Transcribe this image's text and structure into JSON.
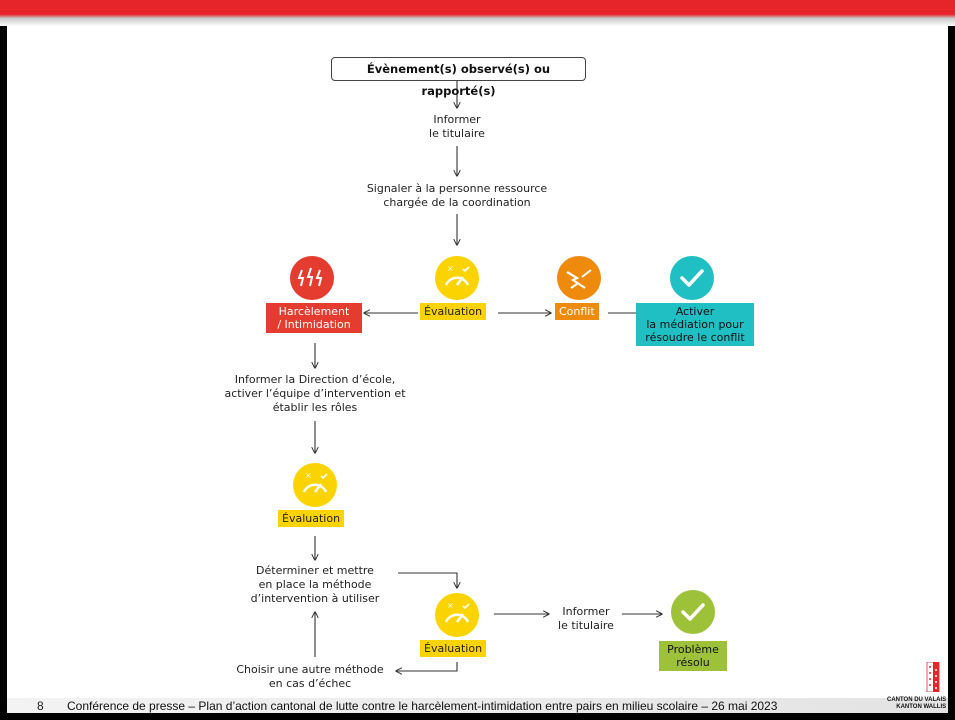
{
  "diagram": {
    "start": "Évènement(s) observé(s) ou rapporté(s)",
    "step_inform_teacher": [
      "Informer",
      "le titulaire"
    ],
    "step_signal": [
      "Signaler à la personne ressource",
      "chargée de la coordination"
    ],
    "eval_label": "Évaluation",
    "harassment_label": [
      "Harcèlement",
      "/ Intimidation"
    ],
    "conflict_label": "Conflit",
    "mediation_label": [
      "Activer",
      "la médiation pour",
      "résoudre le conflit"
    ],
    "inform_direction": [
      "Informer la Direction d’école,",
      "activer l’équipe d’intervention et",
      "établir les rôles"
    ],
    "determine_method": [
      "Déterminer et mettre",
      "en place la méthode",
      "d’intervention à utiliser"
    ],
    "choose_other": [
      "Choisir une autre méthode",
      "en cas d’échec"
    ],
    "inform_teacher_final": [
      "Informer",
      "le titulaire"
    ],
    "resolved_label": [
      "Problème",
      "résolu"
    ]
  },
  "footer": {
    "page_number": "8",
    "text": "Conférence de presse – Plan d’action cantonal de lutte contre le harcèlement-intimidation entre pairs en milieu scolaire – 26 mai 2023",
    "logo_line1": "CANTON DU VALAIS",
    "logo_line2": "KANTON WALLIS"
  },
  "colors": {
    "brand_red": "#e52529",
    "eval_yellow": "#fbd400",
    "harassment_red": "#e43c2e",
    "conflict_orange": "#ee8a0c",
    "mediation_teal": "#1fbfc4",
    "resolved_green": "#9dc23a"
  },
  "icons": {
    "evaluation": "gauge-icon",
    "harassment": "lightning-icon",
    "conflict": "conflict-spark-icon",
    "mediation": "checkmark-icon",
    "resolved": "checkmark-icon",
    "logo": "canton-valais-logo"
  }
}
